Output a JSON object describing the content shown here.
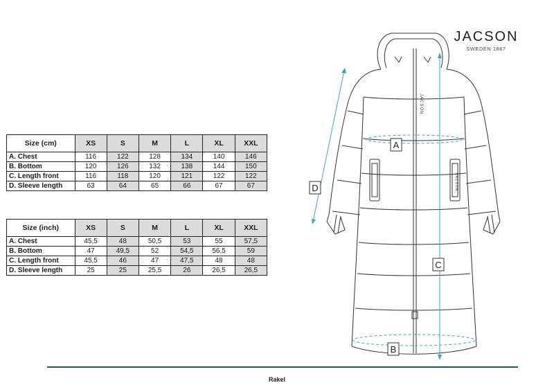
{
  "brand": {
    "name": "JACSON",
    "tagline": "SWEDEN 1867"
  },
  "coat_zipper_text": "JACSON",
  "footer": {
    "product_name": "Rakel"
  },
  "measurements": {
    "a": "A",
    "b": "B",
    "c": "C",
    "d": "D"
  },
  "colors": {
    "measure_line": "#3aa6c4",
    "footer_line": "#1f5a5c",
    "header_fill": "#dcdcdc"
  },
  "tables": [
    {
      "id": "cm",
      "header": [
        "Size (cm)",
        "XS",
        "S",
        "M",
        "L",
        "XL",
        "XXL"
      ],
      "rows": [
        [
          "A. Chest",
          "116",
          "122",
          "128",
          "134",
          "140",
          "146"
        ],
        [
          "B. Bottom",
          "120",
          "126",
          "132",
          "138",
          "144",
          "150"
        ],
        [
          "C. Length front",
          "116",
          "118",
          "120",
          "121",
          "122",
          "122"
        ],
        [
          "D. Sleeve length",
          "63",
          "64",
          "65",
          "66",
          "67",
          "67"
        ]
      ]
    },
    {
      "id": "inch",
      "header": [
        "Size (inch)",
        "XS",
        "S",
        "M",
        "L",
        "XL",
        "XXL"
      ],
      "rows": [
        [
          "A. Chest",
          "45,5",
          "48",
          "50,5",
          "53",
          "55",
          "57,5"
        ],
        [
          "B. Bottom",
          "47",
          "49,5",
          "52",
          "54,5",
          "56,5",
          "59"
        ],
        [
          "C. Length front",
          "45,5",
          "46",
          "47",
          "47,5",
          "48",
          "48"
        ],
        [
          "D. Sleeve length",
          "25",
          "25",
          "25,5",
          "26",
          "26,5",
          "26,5"
        ]
      ]
    }
  ]
}
